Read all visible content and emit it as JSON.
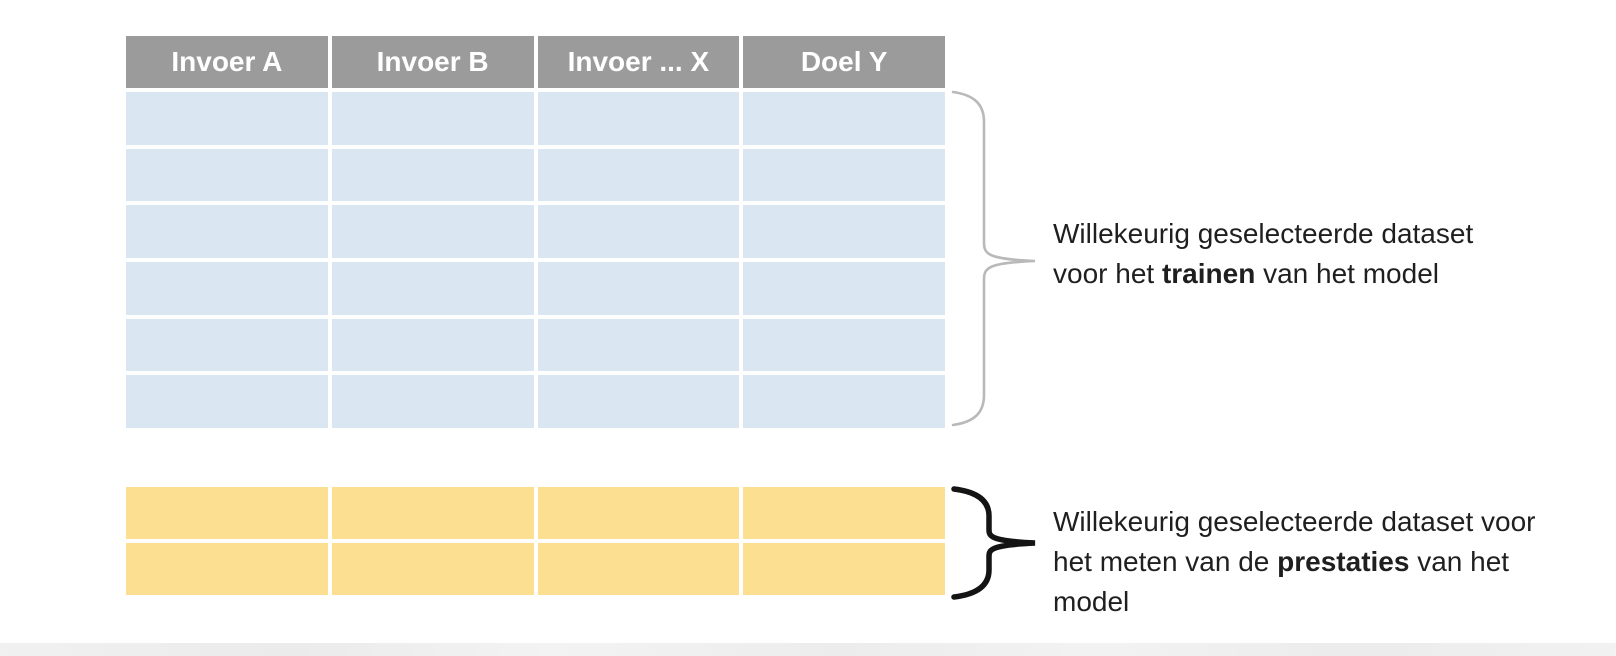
{
  "diagram": {
    "table": {
      "headers": [
        "Invoer A",
        "Invoer B",
        "Invoer ... X",
        "Doel Y"
      ],
      "column_count": 4,
      "training_row_count": 6,
      "test_row_count": 2
    },
    "annotations": {
      "training": {
        "lines": [
          [
            {
              "t": "Willekeurig geselecteerde dataset"
            }
          ],
          [
            {
              "t": "voor het "
            },
            {
              "t": "trainen",
              "bold": true
            },
            {
              "t": " van het model"
            }
          ]
        ]
      },
      "test": {
        "lines": [
          [
            {
              "t": "Willekeurig geselecteerde dataset voor"
            }
          ],
          [
            {
              "t": "het meten van de "
            },
            {
              "t": "prestaties",
              "bold": true
            },
            {
              "t": " van het"
            }
          ],
          [
            {
              "t": "model"
            }
          ]
        ]
      }
    },
    "colors": {
      "header_bg": "#9b9b9b",
      "header_text": "#ffffff",
      "training_cell": "#dbe6f3",
      "test_cell": "#fcdf90",
      "training_brace": "#b9b9b9",
      "test_brace": "#141414",
      "annotation_text": "#1f1f1f"
    }
  }
}
